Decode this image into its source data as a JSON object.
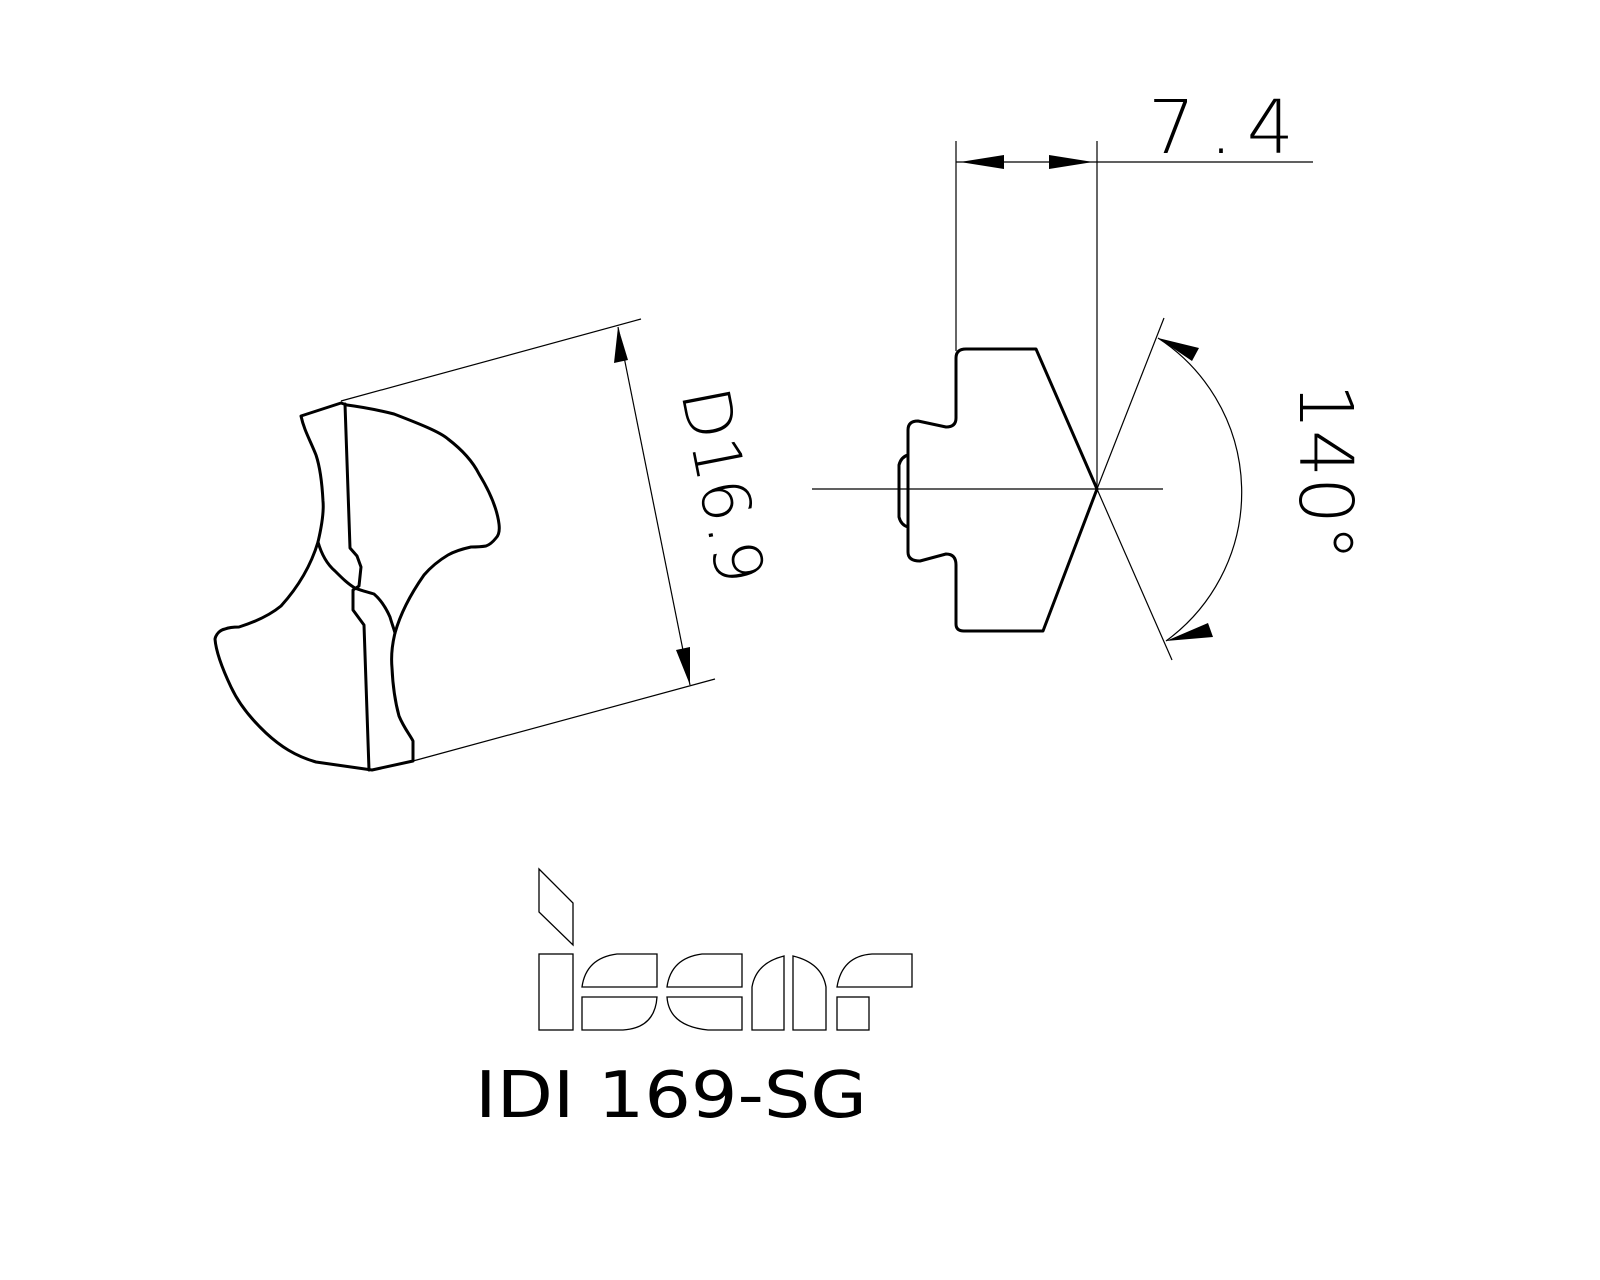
{
  "drawing": {
    "dimensions": {
      "diameter_label": "D16.9",
      "length_label": "7.4",
      "angle_label": "140°"
    },
    "logo": {
      "brand": "iscar"
    },
    "part_number": "IDI 169-SG",
    "colors": {
      "line": "#000000",
      "background": "#ffffff"
    }
  }
}
